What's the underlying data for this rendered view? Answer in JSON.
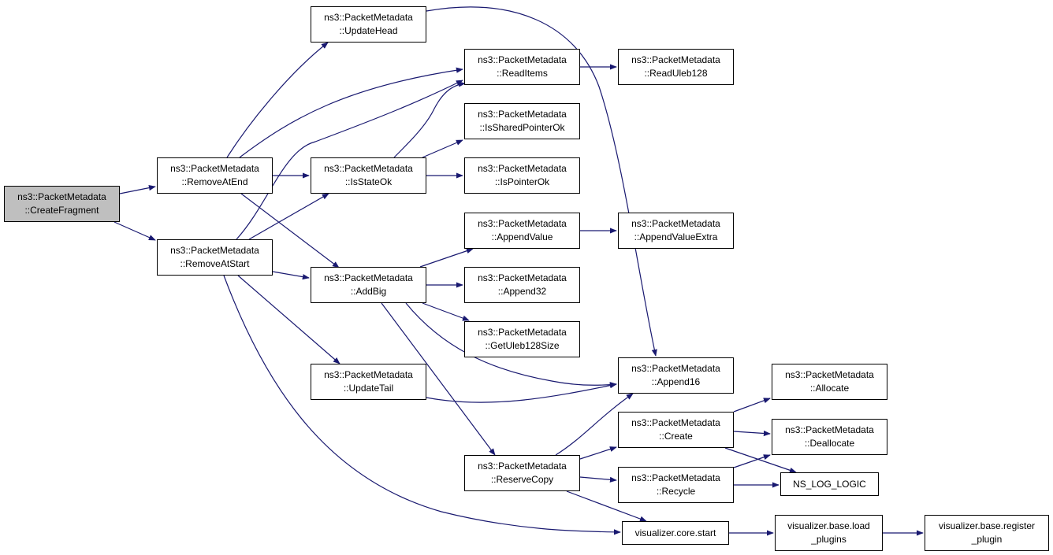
{
  "colors": {
    "edge": "#191970",
    "node_border": "#000000",
    "root_fill": "#bfbfbf",
    "node_fill": "#ffffff"
  },
  "nodes": {
    "create_fragment": {
      "line1": "ns3::PacketMetadata",
      "line2": "::CreateFragment"
    },
    "remove_at_end": {
      "line1": "ns3::PacketMetadata",
      "line2": "::RemoveAtEnd"
    },
    "remove_at_start": {
      "line1": "ns3::PacketMetadata",
      "line2": "::RemoveAtStart"
    },
    "update_head": {
      "line1": "ns3::PacketMetadata",
      "line2": "::UpdateHead"
    },
    "is_state_ok": {
      "line1": "ns3::PacketMetadata",
      "line2": "::IsStateOk"
    },
    "add_big": {
      "line1": "ns3::PacketMetadata",
      "line2": "::AddBig"
    },
    "update_tail": {
      "line1": "ns3::PacketMetadata",
      "line2": "::UpdateTail"
    },
    "read_items": {
      "line1": "ns3::PacketMetadata",
      "line2": "::ReadItems"
    },
    "is_shared_pointer_ok": {
      "line1": "ns3::PacketMetadata",
      "line2": "::IsSharedPointerOk"
    },
    "is_pointer_ok": {
      "line1": "ns3::PacketMetadata",
      "line2": "::IsPointerOk"
    },
    "append_value": {
      "line1": "ns3::PacketMetadata",
      "line2": "::AppendValue"
    },
    "append32": {
      "line1": "ns3::PacketMetadata",
      "line2": "::Append32"
    },
    "get_uleb128_size": {
      "line1": "ns3::PacketMetadata",
      "line2": "::GetUleb128Size"
    },
    "reserve_copy": {
      "line1": "ns3::PacketMetadata",
      "line2": "::ReserveCopy"
    },
    "read_uleb128": {
      "line1": "ns3::PacketMetadata",
      "line2": "::ReadUleb128"
    },
    "append_value_extra": {
      "line1": "ns3::PacketMetadata",
      "line2": "::AppendValueExtra"
    },
    "append16": {
      "line1": "ns3::PacketMetadata",
      "line2": "::Append16"
    },
    "create": {
      "line1": "ns3::PacketMetadata",
      "line2": "::Create"
    },
    "recycle": {
      "line1": "ns3::PacketMetadata",
      "line2": "::Recycle"
    },
    "allocate": {
      "line1": "ns3::PacketMetadata",
      "line2": "::Allocate"
    },
    "deallocate": {
      "line1": "ns3::PacketMetadata",
      "line2": "::Deallocate"
    },
    "ns_log_logic": {
      "line1": "NS_LOG_LOGIC"
    },
    "visualizer_core_start": {
      "line1": "visualizer.core.start"
    },
    "visualizer_load_plugins": {
      "line1": "visualizer.base.load",
      "line2": "_plugins"
    },
    "visualizer_register_plugin": {
      "line1": "visualizer.base.register",
      "line2": "_plugin"
    }
  },
  "edges": [
    [
      "create_fragment",
      "remove_at_end"
    ],
    [
      "create_fragment",
      "remove_at_start"
    ],
    [
      "remove_at_end",
      "update_head"
    ],
    [
      "remove_at_end",
      "read_items"
    ],
    [
      "remove_at_end",
      "is_state_ok"
    ],
    [
      "remove_at_end",
      "add_big"
    ],
    [
      "remove_at_start",
      "read_items"
    ],
    [
      "remove_at_start",
      "is_state_ok"
    ],
    [
      "remove_at_start",
      "add_big"
    ],
    [
      "remove_at_start",
      "update_tail"
    ],
    [
      "remove_at_start",
      "visualizer_core_start"
    ],
    [
      "update_head",
      "append16"
    ],
    [
      "is_state_ok",
      "read_items"
    ],
    [
      "is_state_ok",
      "is_shared_pointer_ok"
    ],
    [
      "is_state_ok",
      "is_pointer_ok"
    ],
    [
      "read_items",
      "read_uleb128"
    ],
    [
      "add_big",
      "append_value"
    ],
    [
      "add_big",
      "append32"
    ],
    [
      "add_big",
      "get_uleb128_size"
    ],
    [
      "add_big",
      "append16"
    ],
    [
      "add_big",
      "reserve_copy"
    ],
    [
      "append_value",
      "append_value_extra"
    ],
    [
      "update_tail",
      "append16"
    ],
    [
      "reserve_copy",
      "append16"
    ],
    [
      "reserve_copy",
      "create"
    ],
    [
      "reserve_copy",
      "recycle"
    ],
    [
      "reserve_copy",
      "visualizer_core_start"
    ],
    [
      "create",
      "allocate"
    ],
    [
      "create",
      "deallocate"
    ],
    [
      "create",
      "ns_log_logic"
    ],
    [
      "recycle",
      "deallocate"
    ],
    [
      "recycle",
      "ns_log_logic"
    ],
    [
      "visualizer_core_start",
      "visualizer_load_plugins"
    ],
    [
      "visualizer_load_plugins",
      "visualizer_register_plugin"
    ]
  ]
}
